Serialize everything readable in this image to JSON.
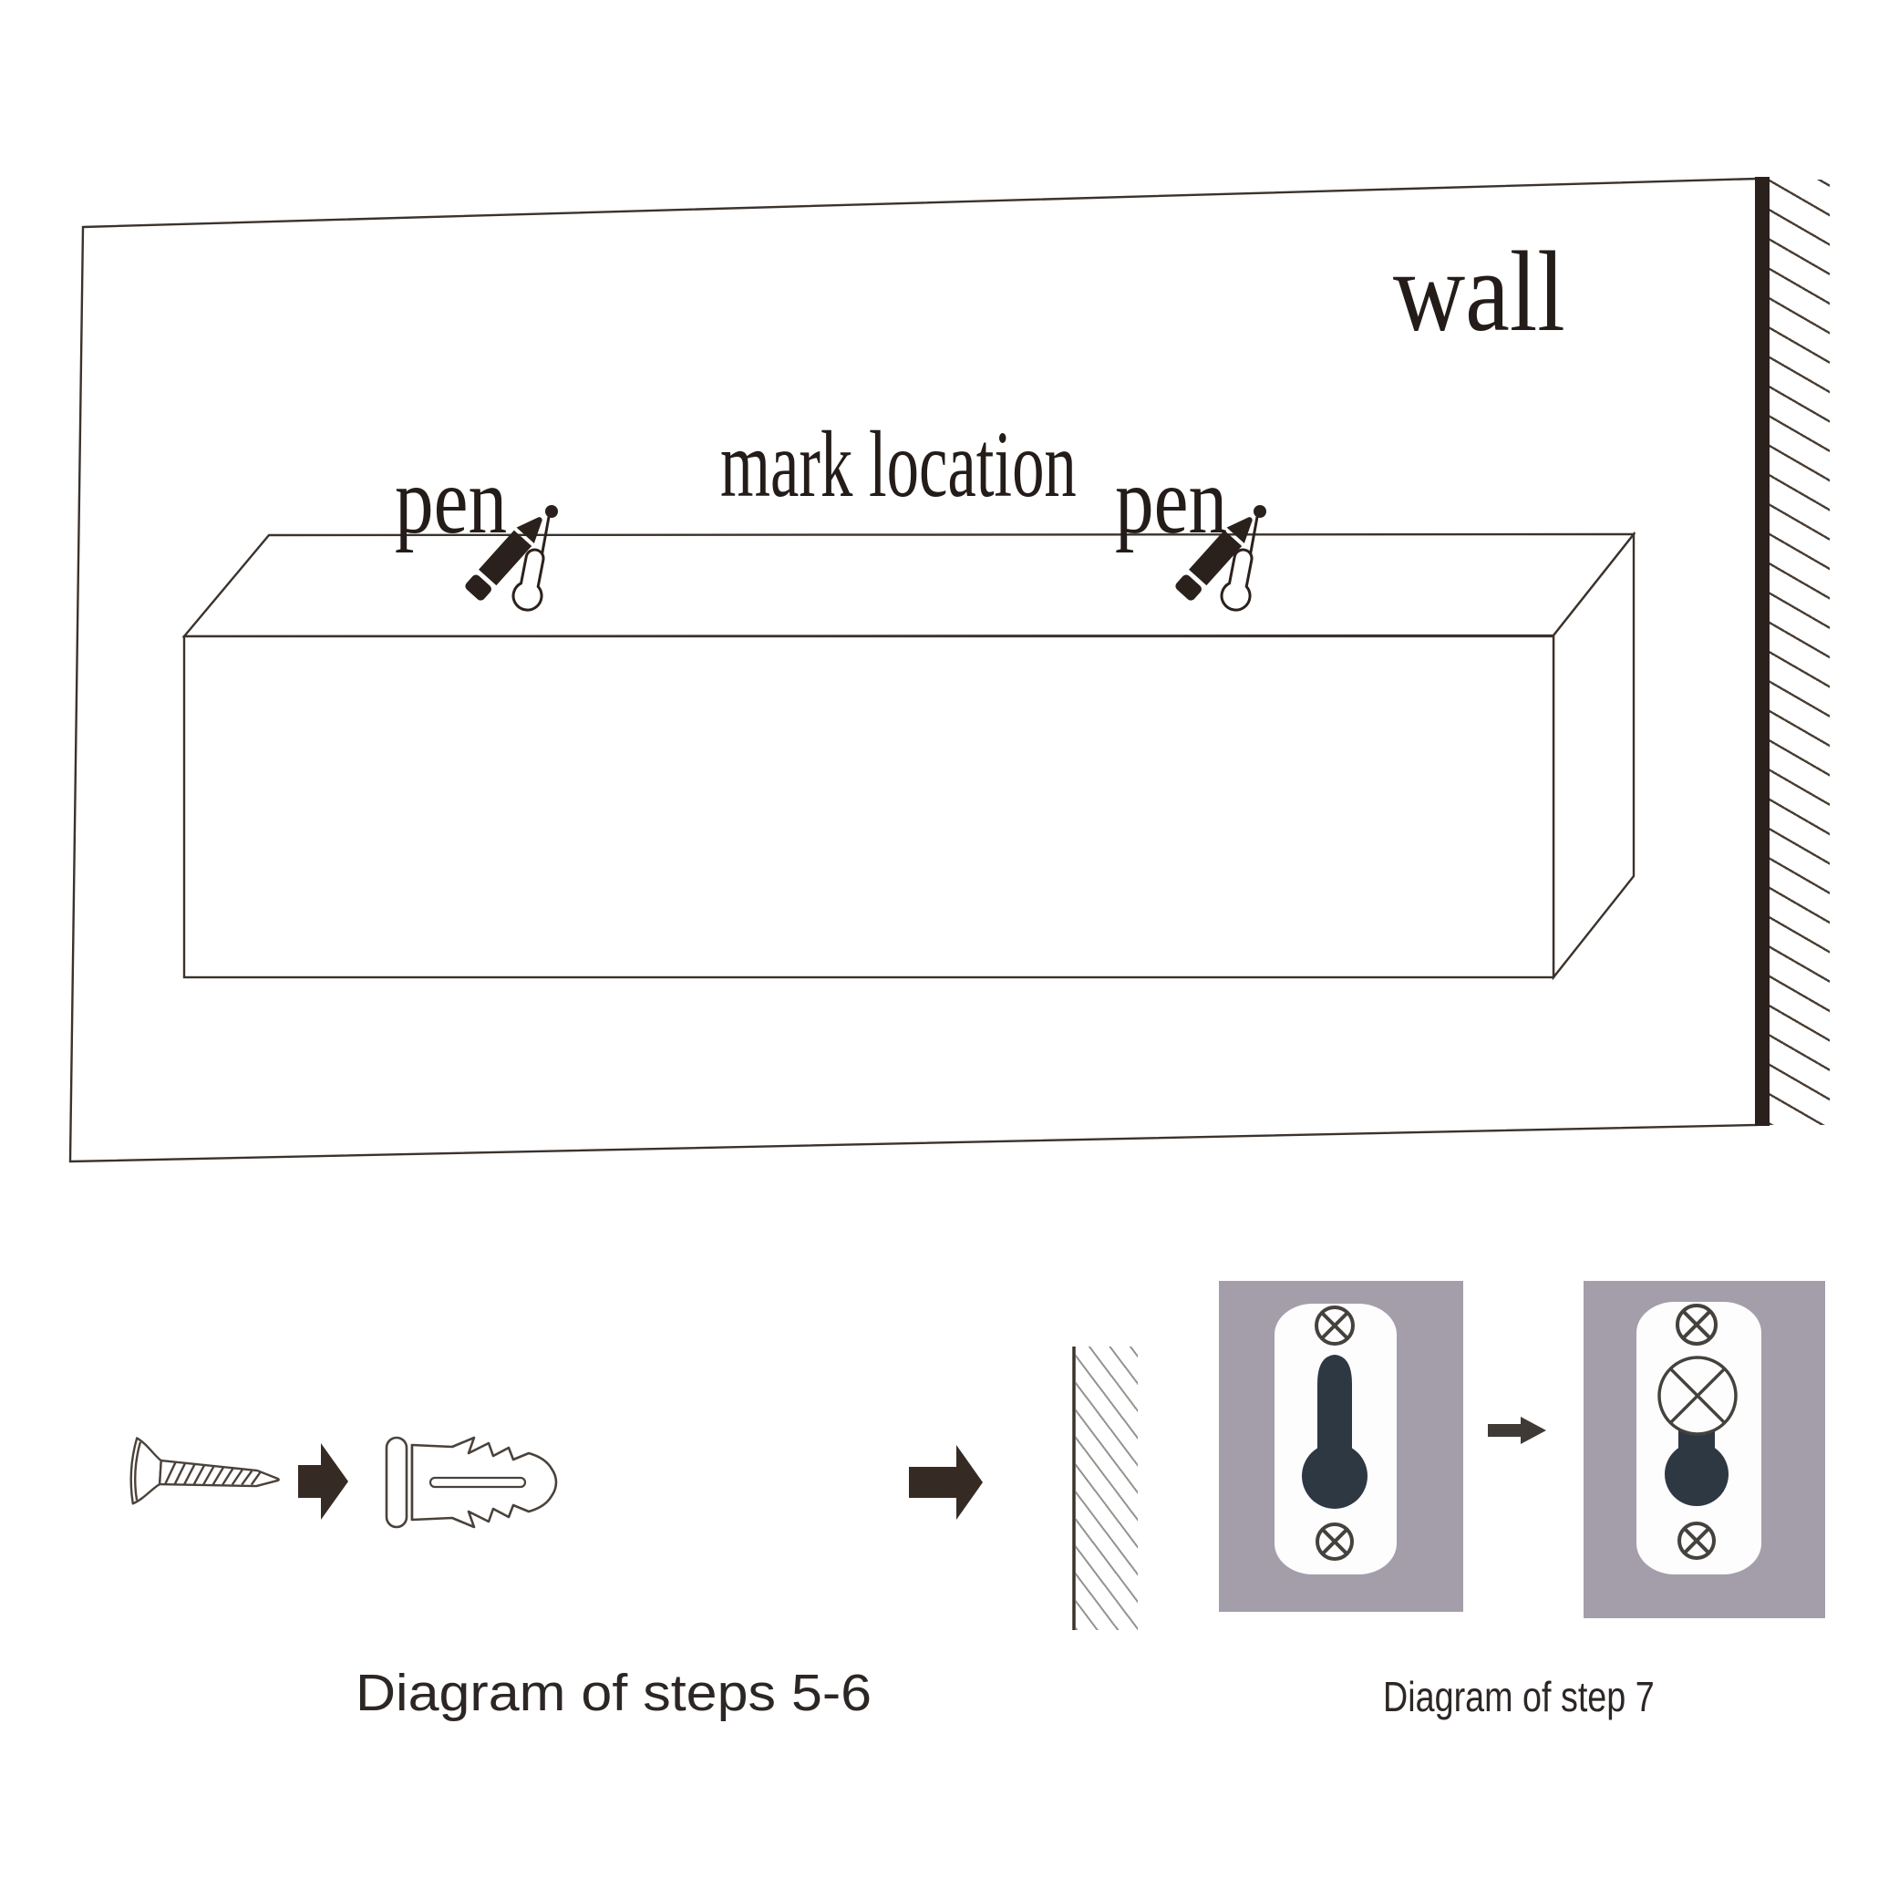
{
  "wall_diagram": {
    "wall_label": "wall",
    "pen_label_left": "pen",
    "pen_label_right": "pen",
    "mark_location_label": "mark location"
  },
  "steps_5_6": {
    "caption": "Diagram of steps 5-6"
  },
  "step_7": {
    "caption": "Diagram of step 7"
  },
  "colors": {
    "line": "#3b322c",
    "ink": "#2b211c",
    "panelgray": "#a49eab",
    "keyhole": "#2e3842",
    "hatchmain": "#493d33",
    "hatchgray": "#97938f",
    "arrow": "#362b24",
    "screwline": "#4a423a",
    "xstroke": "#45423d",
    "platewhite": "#fdfdfe",
    "text": "#231c18",
    "caption": "#2c2624"
  }
}
